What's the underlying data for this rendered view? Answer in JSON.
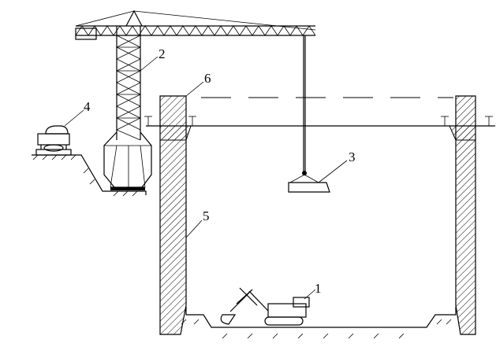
{
  "labels": {
    "excavator": "1",
    "tower_crane": "2",
    "grab_bucket": "3",
    "ground_vehicle": "4",
    "diaphragm_wall": "5",
    "capping_beam": "6"
  },
  "colors": {
    "line": "#000000",
    "background": "#ffffff"
  }
}
